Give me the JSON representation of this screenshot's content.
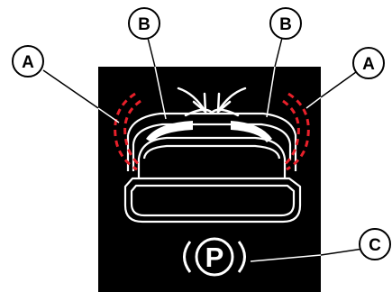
{
  "callouts": {
    "a_left": "A",
    "a_right": "A",
    "b_left": "B",
    "b_right": "B",
    "c": "C"
  },
  "brake_symbol": "P",
  "colors": {
    "panel": "#000000",
    "line": "#ffffff",
    "dashed_highlight": "#e8202a",
    "callout_fill": "#ffffff",
    "callout_stroke": "#000000"
  },
  "icons": [
    "parking-brake-icon",
    "airflow-arrows-icon"
  ]
}
